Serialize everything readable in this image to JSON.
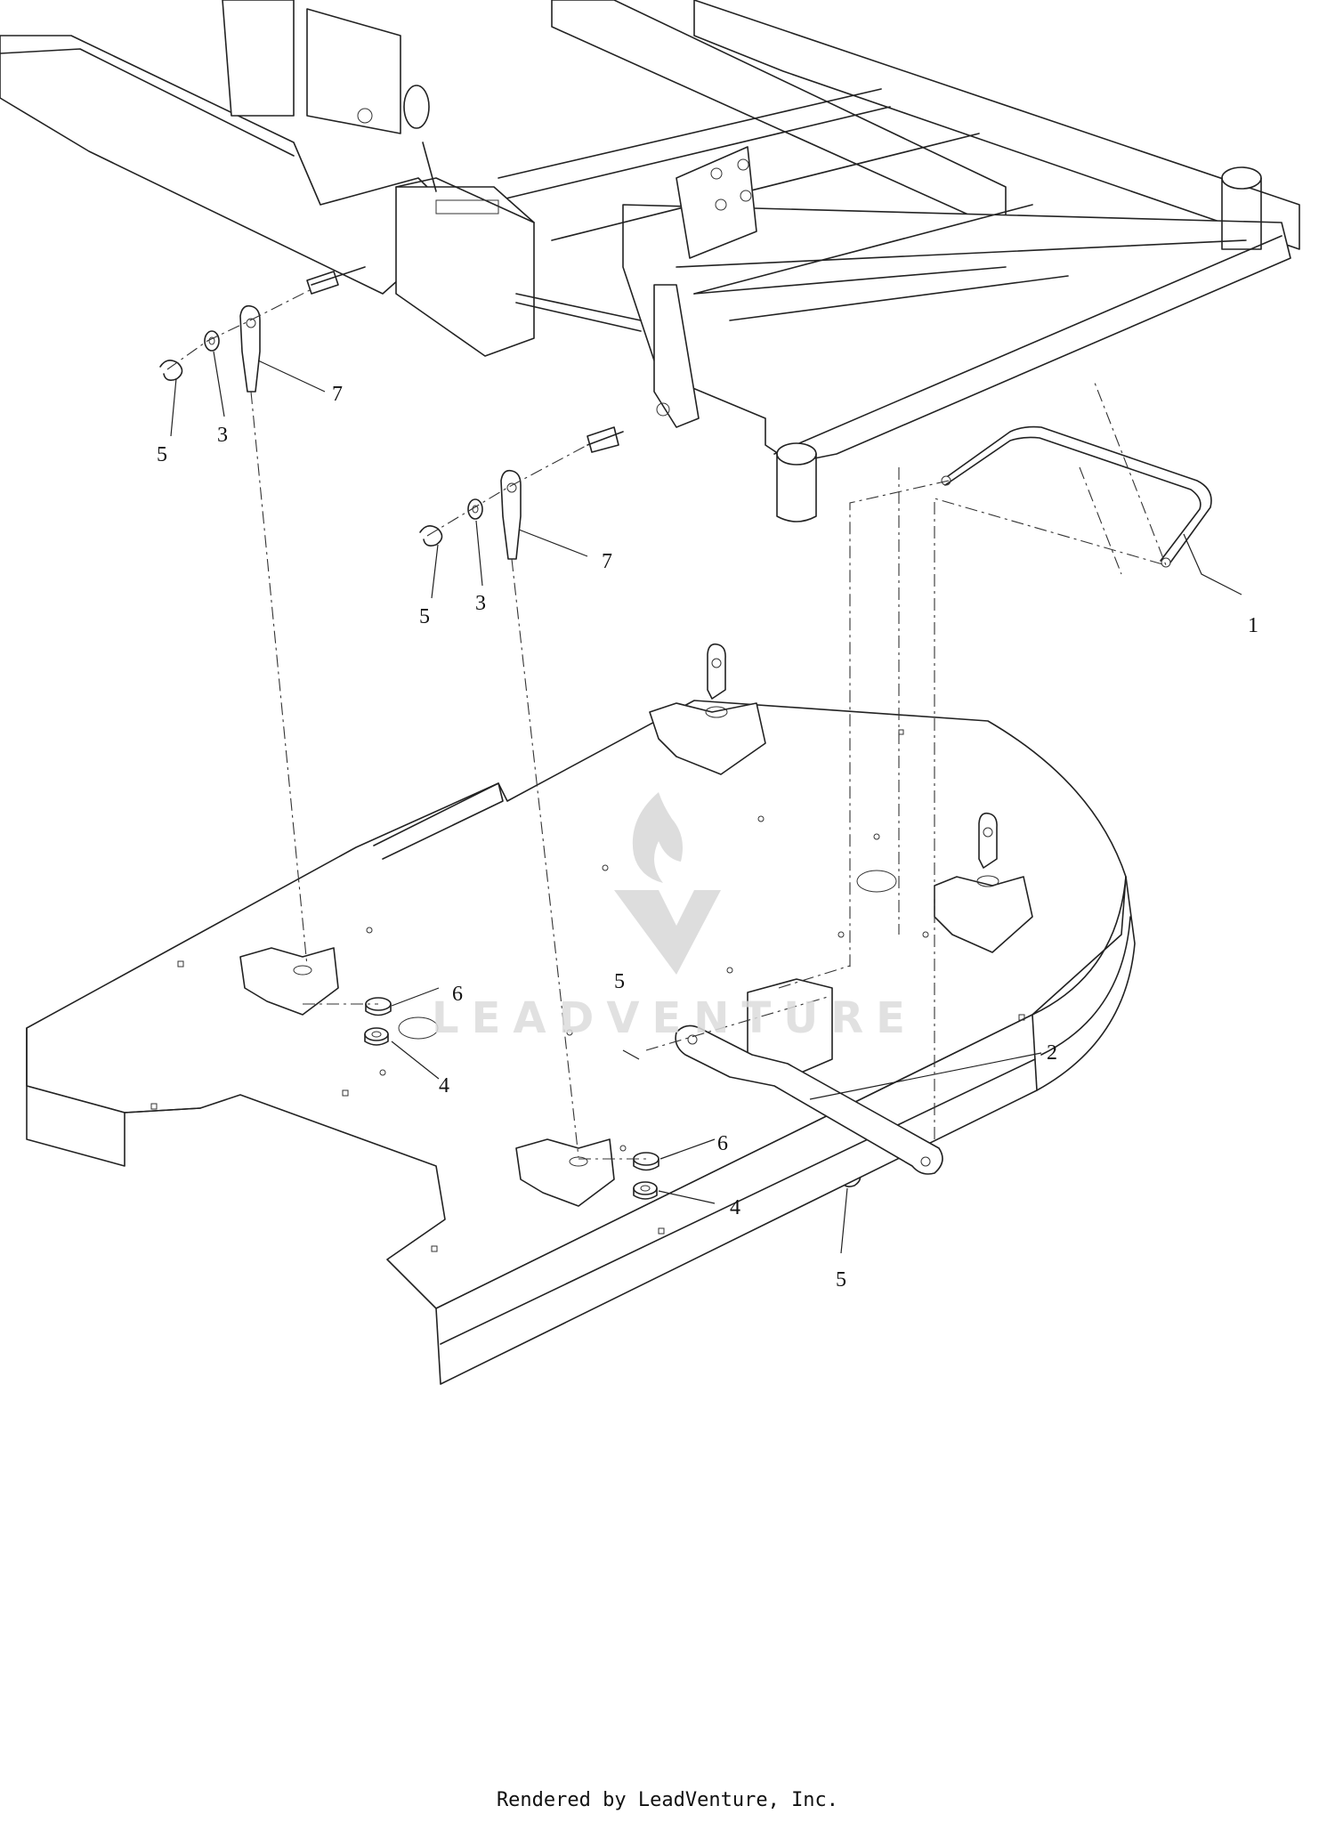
{
  "watermark": {
    "text": "LEADVENTURE"
  },
  "callouts": [
    {
      "label": "1"
    },
    {
      "label": "2"
    },
    {
      "label": "3"
    },
    {
      "label": "3"
    },
    {
      "label": "4"
    },
    {
      "label": "4"
    },
    {
      "label": "5"
    },
    {
      "label": "5"
    },
    {
      "label": "5"
    },
    {
      "label": "5"
    },
    {
      "label": "6"
    },
    {
      "label": "6"
    },
    {
      "label": "7"
    },
    {
      "label": "7"
    }
  ],
  "footer": {
    "text": "Rendered by LeadVenture, Inc."
  }
}
